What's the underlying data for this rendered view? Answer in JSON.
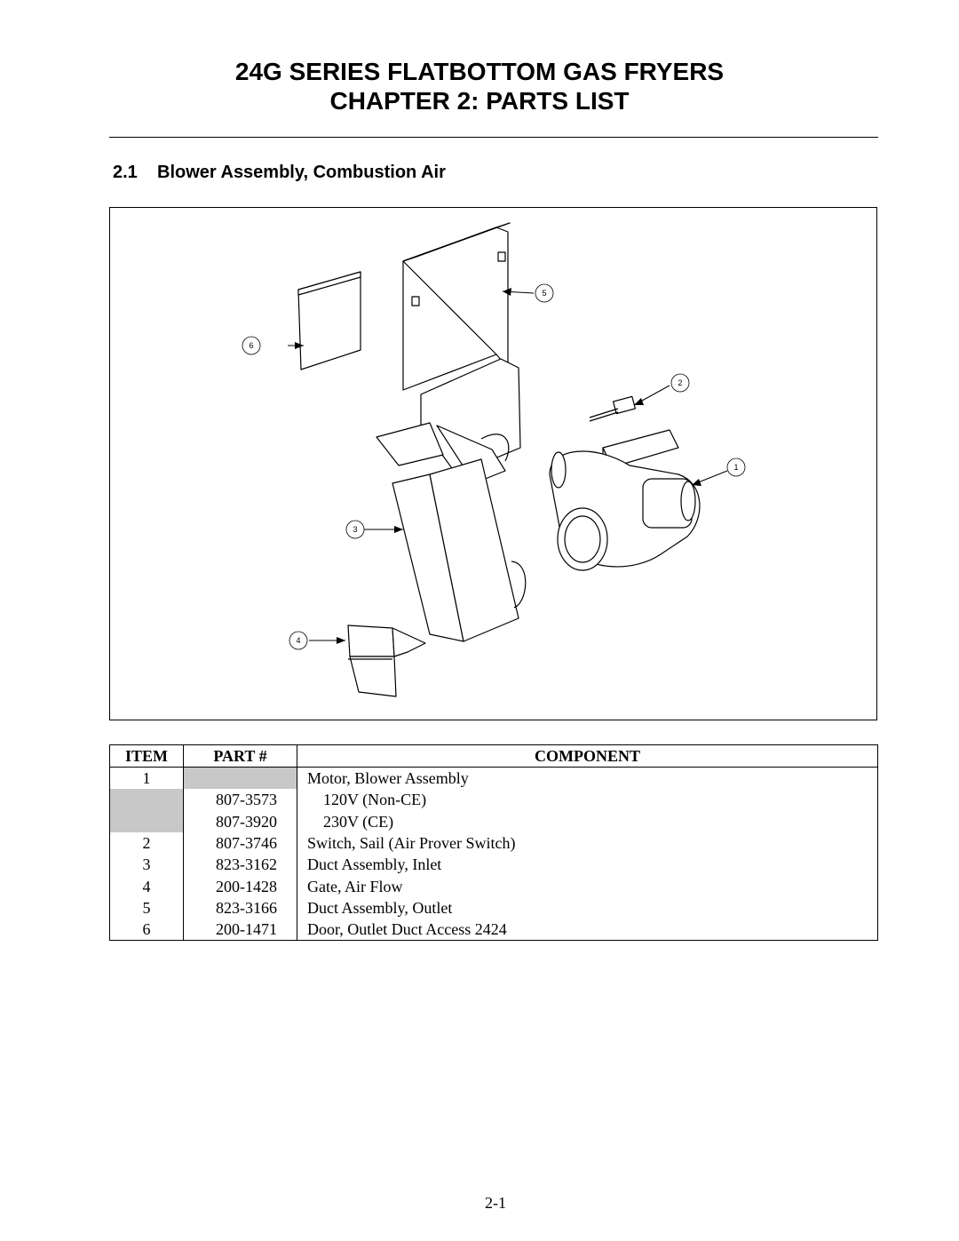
{
  "header": {
    "title_line1": "24G SERIES FLATBOTTOM GAS FRYERS",
    "title_line2": "CHAPTER 2:  PARTS LIST"
  },
  "section": {
    "number": "2.1",
    "title": "Blower Assembly, Combustion Air"
  },
  "figure": {
    "callouts": [
      "1",
      "2",
      "3",
      "4",
      "5",
      "6"
    ]
  },
  "table": {
    "headers": {
      "item": "ITEM",
      "part": "PART #",
      "component": "COMPONENT"
    },
    "rows": [
      {
        "item": "1",
        "part": "",
        "component": "Motor, Blower Assembly"
      },
      {
        "item": "",
        "part": "807-3573",
        "component": "120V (Non-CE)"
      },
      {
        "item": "",
        "part": "807-3920",
        "component": "230V (CE)"
      },
      {
        "item": "2",
        "part": "807-3746",
        "component": "Switch, Sail (Air Prover Switch)"
      },
      {
        "item": "3",
        "part": "823-3162",
        "component": "Duct Assembly, Inlet"
      },
      {
        "item": "4",
        "part": "200-1428",
        "component": "Gate, Air Flow"
      },
      {
        "item": "5",
        "part": "823-3166",
        "component": "Duct Assembly, Outlet"
      },
      {
        "item": "6",
        "part": "200-1471",
        "component": "Door, Outlet Duct Access 2424"
      }
    ]
  },
  "footer": {
    "page_number": "2-1"
  }
}
